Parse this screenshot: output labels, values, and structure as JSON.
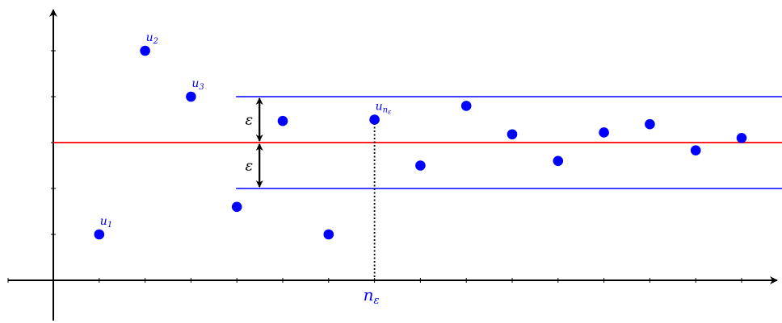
{
  "chart_data": {
    "type": "scatter",
    "title": "",
    "xlabel": "",
    "ylabel": "",
    "xlim": [
      -1,
      16
    ],
    "ylim": [
      -1,
      6
    ],
    "x_ticks": [
      1,
      2,
      3,
      4,
      5,
      6,
      7,
      8,
      9,
      10,
      11,
      12,
      13,
      14,
      15
    ],
    "y_ticks": [
      1,
      2,
      3,
      4,
      5
    ],
    "limit": 3,
    "epsilon": 1,
    "n_epsilon": 7,
    "series": [
      {
        "points": [
          {
            "x": 1,
            "y": 1.0
          },
          {
            "x": 2,
            "y": 5.0
          },
          {
            "x": 3,
            "y": 4.0
          },
          {
            "x": 4,
            "y": 1.6
          },
          {
            "x": 5,
            "y": 3.47
          },
          {
            "x": 6,
            "y": 1.0
          },
          {
            "x": 7,
            "y": 3.5
          },
          {
            "x": 8,
            "y": 2.5
          },
          {
            "x": 9,
            "y": 3.8
          },
          {
            "x": 10,
            "y": 3.18
          },
          {
            "x": 11,
            "y": 2.6
          },
          {
            "x": 12,
            "y": 3.22
          },
          {
            "x": 13,
            "y": 3.4
          },
          {
            "x": 14,
            "y": 2.83
          },
          {
            "x": 15,
            "y": 3.1
          }
        ]
      }
    ],
    "point_labels": [
      {
        "index": 0,
        "base": "u",
        "sub": "1"
      },
      {
        "index": 1,
        "base": "u",
        "sub": "2"
      },
      {
        "index": 2,
        "base": "u",
        "sub": "3"
      },
      {
        "index": 6,
        "base": "u",
        "sub": "n",
        "subsub": "ε"
      }
    ],
    "epsilon_label": "ε",
    "n_label": {
      "base": "n",
      "sub": "ε"
    },
    "colors": {
      "points": "#0000ff",
      "limit_line": "#ff0000",
      "band_lines": "#0000ff",
      "axes": "#000000",
      "labels": "#0000ff"
    }
  }
}
